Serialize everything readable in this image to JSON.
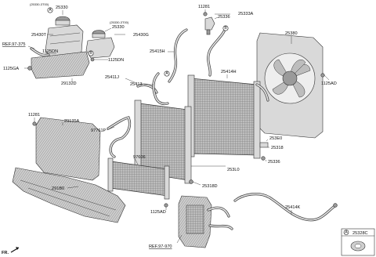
{
  "labels": {
    "p25330_top": "25330",
    "p25330_top_sub": "(25330-3T00)",
    "p25430T": "25430T",
    "ref97375": "REF.97-375",
    "p1125DN_a": "1125DN",
    "p1125GA": "1125GA",
    "p29132D": "29132D",
    "p25330_mid": "25330",
    "p25330_mid_sub": "(25330-3T00)",
    "p25430G": "25430G",
    "p1125DN_b": "1125DN",
    "p25415H": "25415H",
    "p11281_top": "11281",
    "p25336_top": "25336",
    "p25333A": "25333A",
    "p25380": "25380",
    "p25411J": "25411J",
    "p25413": "25413",
    "p25414H": "25414H",
    "p1125AD_r": "1125AD",
    "p11281_left": "11281",
    "p29135A": "29135A",
    "p97761P": "97761P",
    "p97606": "97606",
    "p253E0": "253E0",
    "p25318": "25318",
    "p25336_bot": "25336",
    "p253L0": "253L0",
    "p25318D": "25318D",
    "p291B0": "291B0",
    "p1125AD_b": "1125AD",
    "p25414K": "25414K",
    "ref97970": "REF.97-970",
    "p25328C": "25328C",
    "fr": "FR."
  },
  "callouts": {
    "a": "A",
    "b": "B"
  },
  "icons": {
    "front_arrow": "arrow-icon"
  }
}
